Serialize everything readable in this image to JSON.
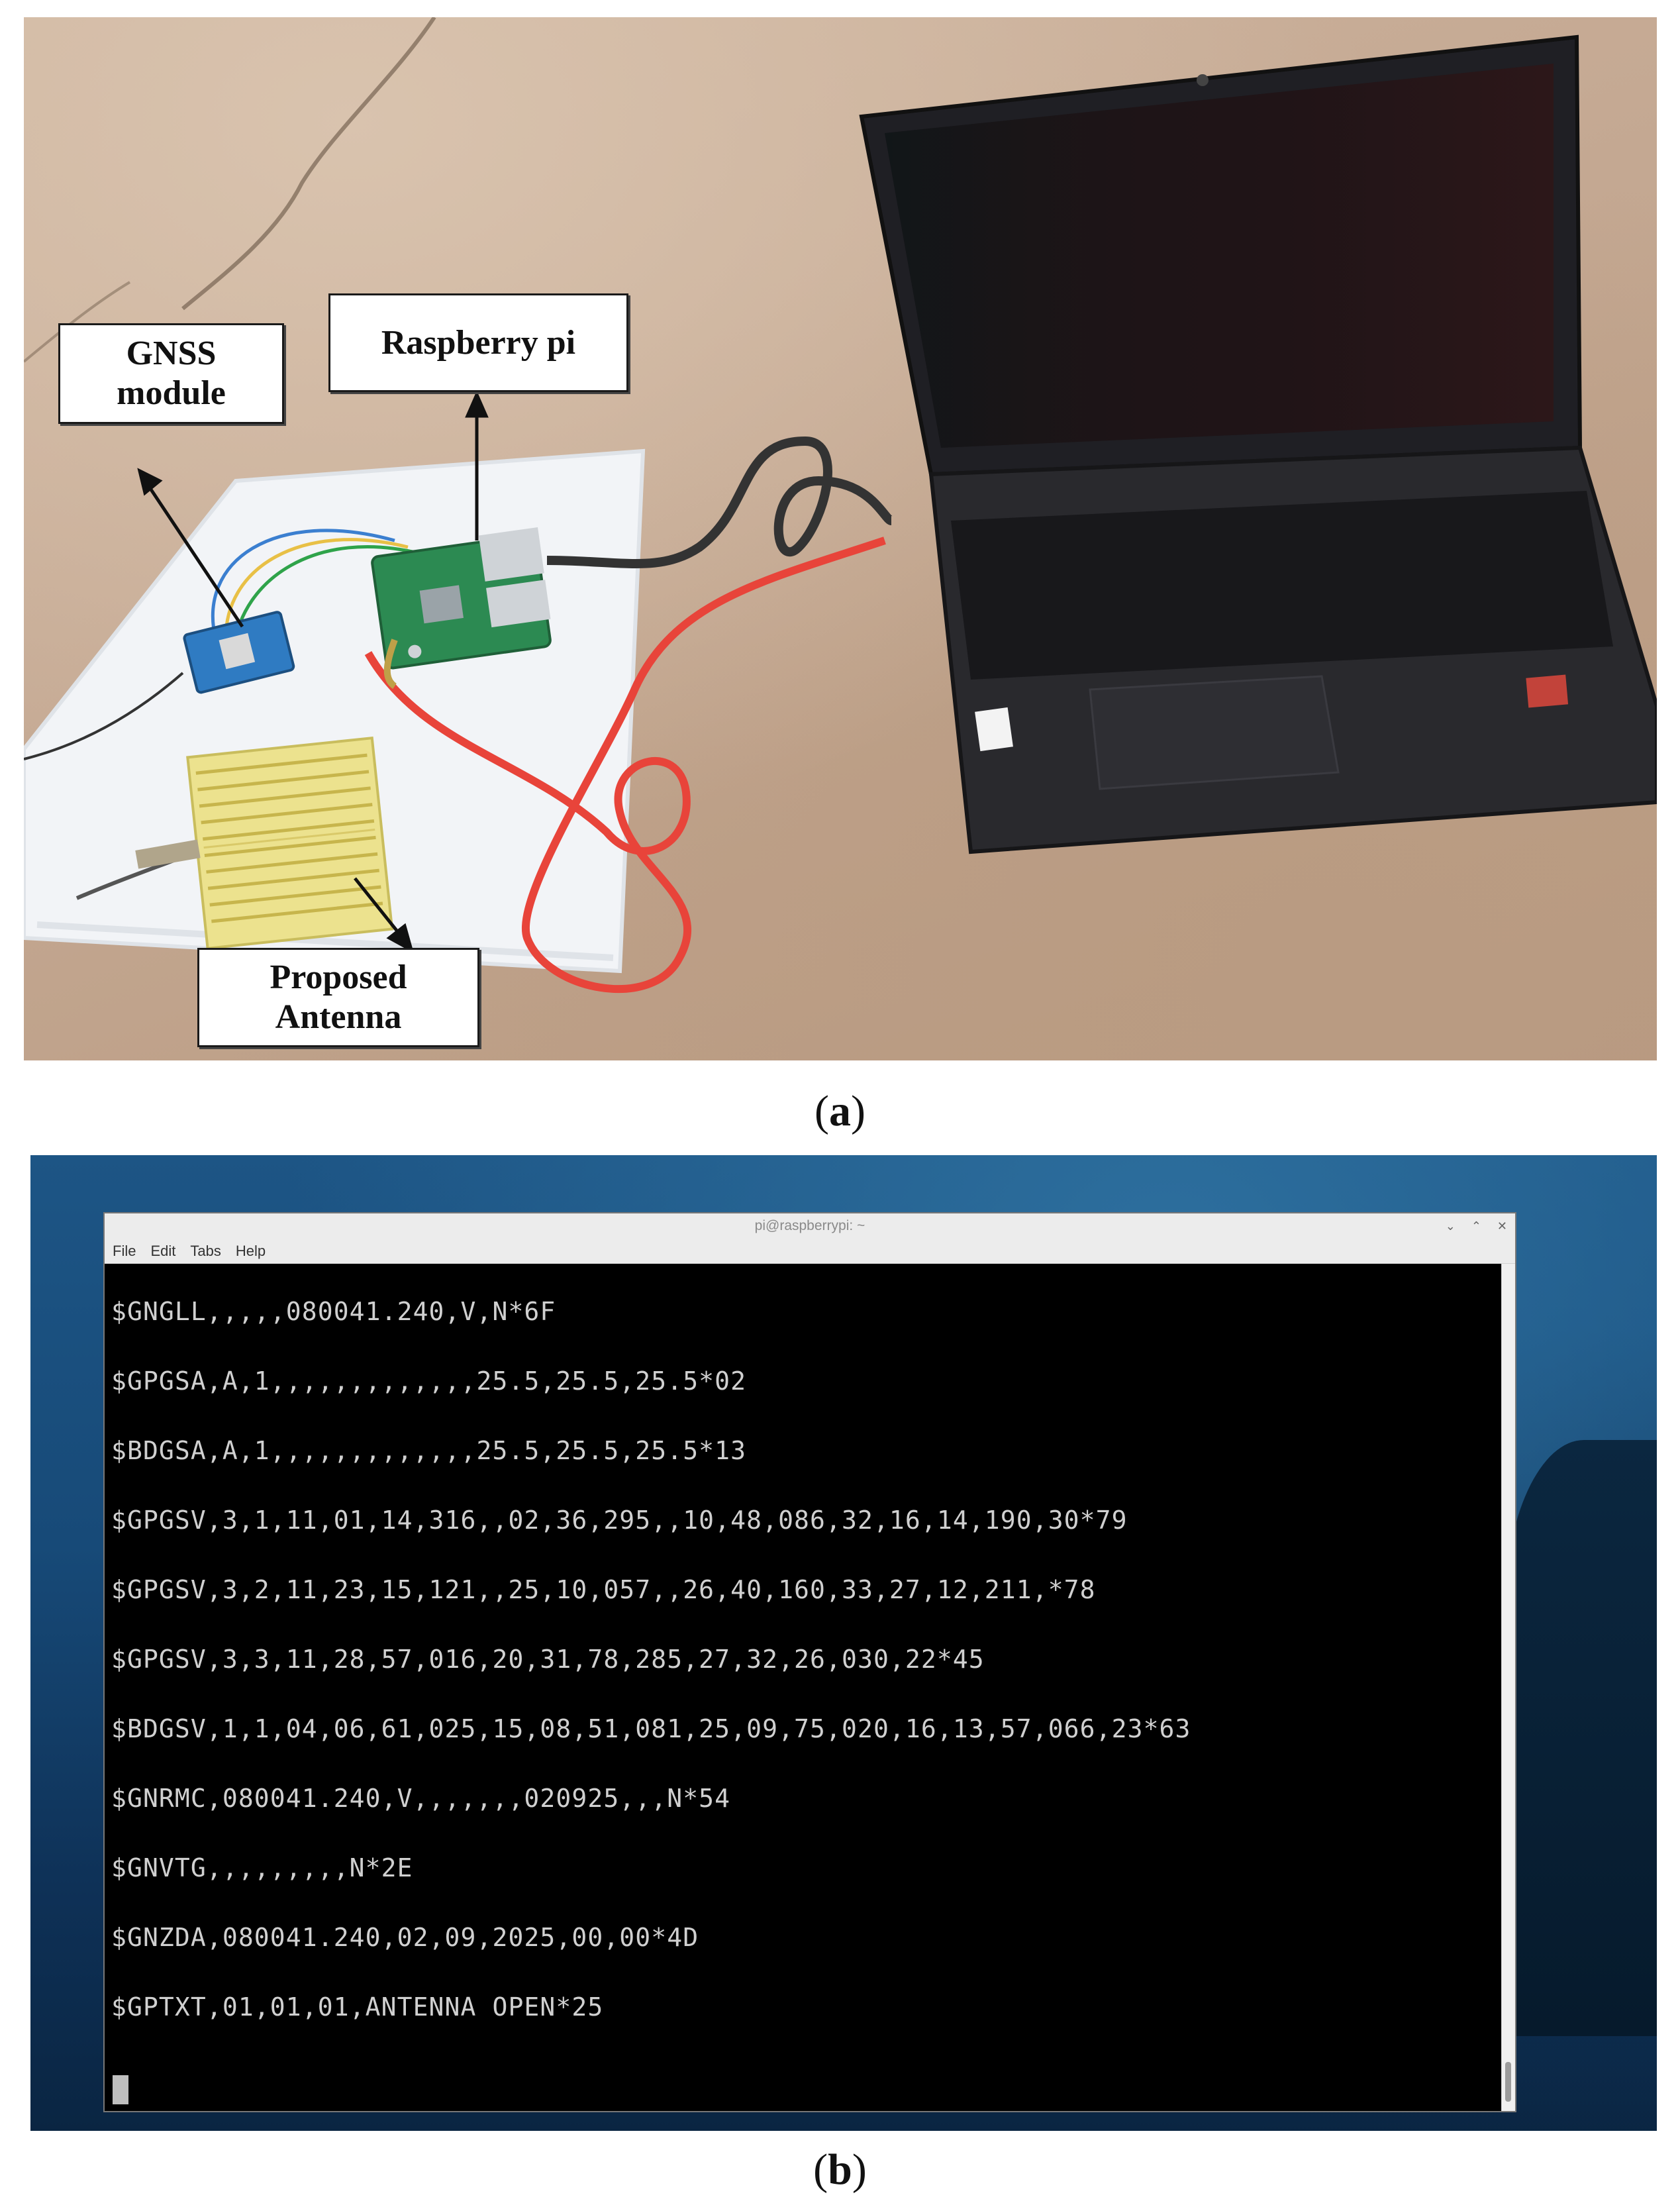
{
  "panel_a": {
    "labels": {
      "gnss": "GNSS module",
      "gnss_line1": "GNSS",
      "gnss_line2": "module",
      "raspberry": "Raspberry pi",
      "antenna_line1": "Proposed",
      "antenna_line2": "Antenna"
    },
    "caption": "a"
  },
  "panel_b": {
    "window_title": "pi@raspberrypi: ~",
    "window_controls": [
      "⌄",
      "⌃",
      "✕"
    ],
    "menu": [
      "File",
      "Edit",
      "Tabs",
      "Help"
    ],
    "terminal_lines": [
      "$GNGLL,,,,,080041.240,V,N*6F",
      "$GPGSA,A,1,,,,,,,,,,,,,25.5,25.5,25.5*02",
      "$BDGSA,A,1,,,,,,,,,,,,,25.5,25.5,25.5*13",
      "$GPGSV,3,1,11,01,14,316,,02,36,295,,10,48,086,32,16,14,190,30*79",
      "$GPGSV,3,2,11,23,15,121,,25,10,057,,26,40,160,33,27,12,211,*78",
      "$GPGSV,3,3,11,28,57,016,20,31,78,285,27,32,26,030,22*45",
      "$BDGSV,1,1,04,06,61,025,15,08,51,081,25,09,75,020,16,13,57,066,23*63",
      "$GNRMC,080041.240,V,,,,,,,020925,,,N*54",
      "$GNVTG,,,,,,,,,N*2E",
      "$GNZDA,080041.240,02,09,2025,00,00*4D",
      "$GPTXT,01,01,01,ANTENNA OPEN*25"
    ],
    "caption": "b"
  },
  "colors": {
    "terminal_bg": "#000000",
    "terminal_text": "#d0d0d0",
    "desktop_blue": "#174a78",
    "cable_red": "#e8443a"
  }
}
